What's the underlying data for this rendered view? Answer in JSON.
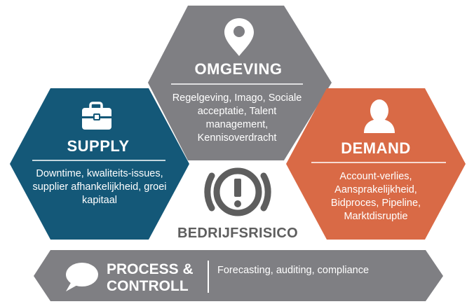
{
  "omgeving": {
    "title": "OMGEVING",
    "text": "Regelgeving, Imago, Sociale acceptatie, Talent management, Kennisoverdracht",
    "icon": "map-pin-icon",
    "color": "#7f7f83"
  },
  "supply": {
    "title": "SUPPLY",
    "text": "Downtime, kwaliteits-issues, supplier afhankelijkheid, groei kapitaal",
    "icon": "briefcase-icon",
    "color": "#145878"
  },
  "demand": {
    "title": "DEMAND",
    "text": "Account-verlies, Aansprakelijkheid, Bidproces, Pipeline, Marktdisruptie",
    "icon": "person-icon",
    "color": "#d96a46"
  },
  "center": {
    "label": "BEDRIJFSRISICO",
    "icon": "warning-exclamation-icon",
    "color": "#5e5e5e"
  },
  "process": {
    "title_line1": "PROCESS &",
    "title_line2": "CONTROLL",
    "text": "Forecasting, auditing, compliance",
    "icon": "speech-bubble-icon",
    "color": "#7f7f83"
  }
}
